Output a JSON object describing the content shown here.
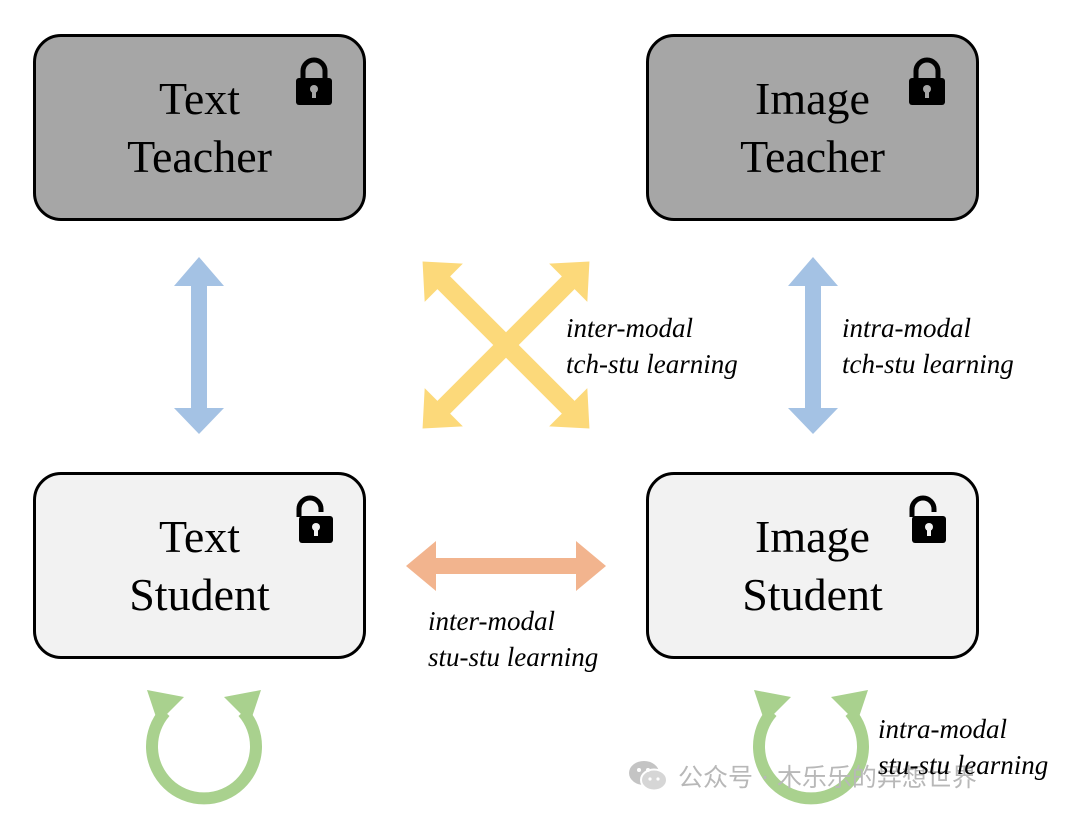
{
  "boxes": {
    "text_teacher": {
      "line1": "Text",
      "line2": "Teacher",
      "lock": "locked-padlock-icon"
    },
    "image_teacher": {
      "line1": "Image",
      "line2": "Teacher",
      "lock": "locked-padlock-icon"
    },
    "text_student": {
      "line1": "Text",
      "line2": "Student",
      "lock": "unlocked-padlock-icon"
    },
    "image_student": {
      "line1": "Image",
      "line2": "Student",
      "lock": "unlocked-padlock-icon"
    }
  },
  "labels": {
    "inter_tch_stu": {
      "line1": "inter-modal",
      "line2": "tch-stu learning"
    },
    "intra_tch_stu": {
      "line1": "intra-modal",
      "line2": "tch-stu learning"
    },
    "inter_stu_stu": {
      "line1": "inter-modal",
      "line2": "stu-stu learning"
    },
    "intra_stu_stu": {
      "line1": "intra-modal",
      "line2": "stu-stu learning"
    }
  },
  "colors": {
    "teacher_fill": "#a6a6a6",
    "student_fill": "#f2f2f2",
    "intra_tch_stu_arrow": "#a4c2e4",
    "inter_tch_stu_arrow": "#fcd97a",
    "inter_stu_stu_arrow": "#f2b48e",
    "intra_stu_stu_arrow": "#a9d18e"
  },
  "watermark": {
    "icon": "wechat-icon",
    "text": "公众号 · 木乐乐的异想世界"
  }
}
